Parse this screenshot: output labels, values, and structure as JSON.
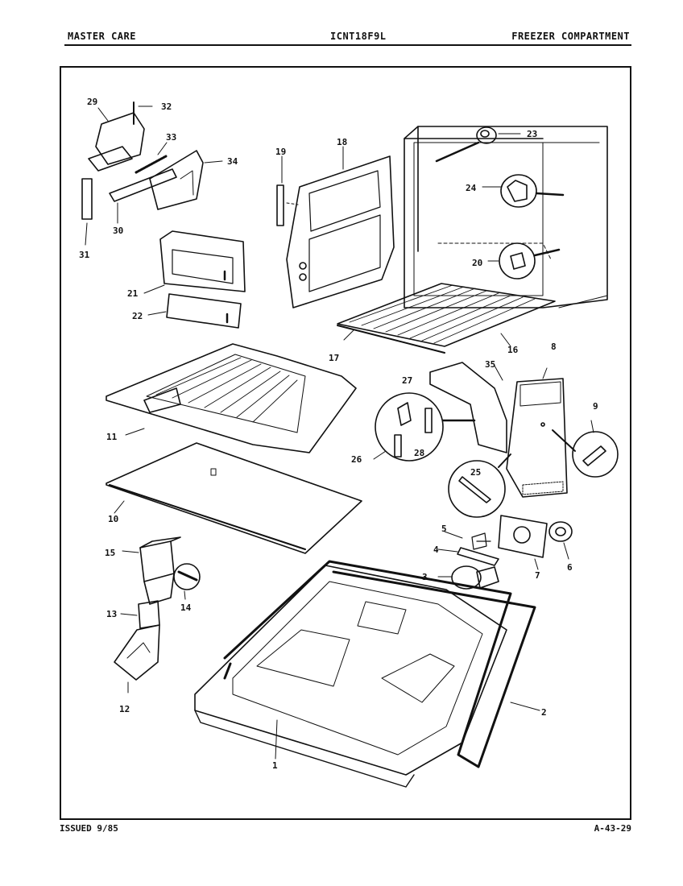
{
  "header": {
    "left": "MASTER CARE",
    "center": "ICNT18F9L",
    "right": "FREEZER COMPARTMENT"
  },
  "footer": {
    "left": "ISSUED 9/85",
    "right": "A-43-29"
  },
  "callouts": {
    "c1": "1",
    "c2": "2",
    "c3": "3",
    "c4": "4",
    "c5": "5",
    "c6": "6",
    "c7": "7",
    "c8": "8",
    "c9": "9",
    "c10": "10",
    "c11": "11",
    "c12": "12",
    "c13": "13",
    "c14": "14",
    "c15": "15",
    "c16": "16",
    "c17": "17",
    "c18": "18",
    "c19": "19",
    "c20": "20",
    "c21": "21",
    "c22": "22",
    "c23": "23",
    "c24": "24",
    "c25": "25",
    "c26": "26",
    "c27": "27",
    "c28": "28",
    "c29": "29",
    "c30": "30",
    "c31": "31",
    "c32": "32",
    "c33": "33",
    "c34": "34",
    "c35": "35"
  }
}
